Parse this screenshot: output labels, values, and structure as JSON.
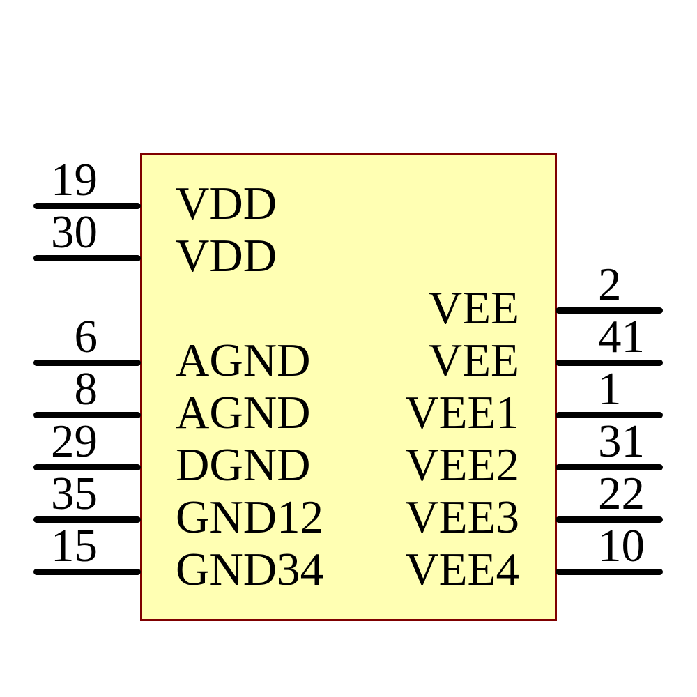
{
  "component": {
    "kind": "schematic-symbol",
    "body_fill": "#ffffb3",
    "body_border": "#7f0000",
    "pin_color": "#000000",
    "text_color": "#000000",
    "left_pins": [
      {
        "number": "19",
        "name": "VDD",
        "row": 0
      },
      {
        "number": "30",
        "name": "VDD",
        "row": 1
      },
      {
        "number": "6",
        "name": "AGND",
        "row": 3
      },
      {
        "number": "8",
        "name": "AGND",
        "row": 4
      },
      {
        "number": "29",
        "name": "DGND",
        "row": 5
      },
      {
        "number": "35",
        "name": "GND12",
        "row": 6
      },
      {
        "number": "15",
        "name": "GND34",
        "row": 7
      }
    ],
    "right_pins": [
      {
        "number": "2",
        "name": "VEE",
        "row": 2
      },
      {
        "number": "41",
        "name": "VEE",
        "row": 3
      },
      {
        "number": "1",
        "name": "VEE1",
        "row": 4
      },
      {
        "number": "31",
        "name": "VEE2",
        "row": 5
      },
      {
        "number": "22",
        "name": "VEE3",
        "row": 6
      },
      {
        "number": "10",
        "name": "VEE4",
        "row": 7
      }
    ]
  }
}
